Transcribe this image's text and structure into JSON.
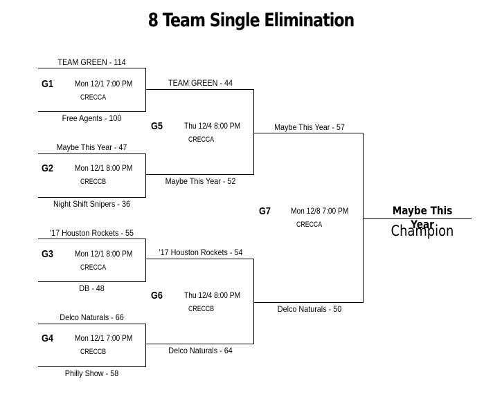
{
  "title": "8 Team Single Elimination",
  "games": [
    {
      "id": "G1",
      "when": "Mon 12/1 7:00 PM",
      "venue": "CRECCA",
      "top": "TEAM GREEN - 114",
      "bottom": "Free Agents - 100"
    },
    {
      "id": "G2",
      "when": "Mon 12/1 8:00 PM",
      "venue": "CRECCB",
      "top": "Maybe This Year - 47",
      "bottom": "Night Shift Snipers - 36"
    },
    {
      "id": "G3",
      "when": "Mon 12/1 8:00 PM",
      "venue": "CRECCA",
      "top": "'17 Houston Rockets - 55",
      "bottom": "DB - 48"
    },
    {
      "id": "G4",
      "when": "Mon 12/1 7:00 PM",
      "venue": "CRECCB",
      "top": "Delco Naturals - 66",
      "bottom": "Philly Show - 58"
    },
    {
      "id": "G5",
      "when": "Thu 12/4 8:00 PM",
      "venue": "CRECCA",
      "top": "TEAM GREEN - 44",
      "bottom": "Maybe This Year - 52"
    },
    {
      "id": "G6",
      "when": "Thu 12/4 8:00 PM",
      "venue": "CRECCB",
      "top": "'17 Houston Rockets - 54",
      "bottom": "Delco Naturals - 64"
    },
    {
      "id": "G7",
      "when": "Mon 12/8 7:00 PM",
      "venue": "CRECCA",
      "top": "Maybe This Year - 57",
      "bottom": "Delco Naturals - 50"
    }
  ],
  "champion": {
    "name": "Maybe This Year",
    "label": "Champion"
  }
}
